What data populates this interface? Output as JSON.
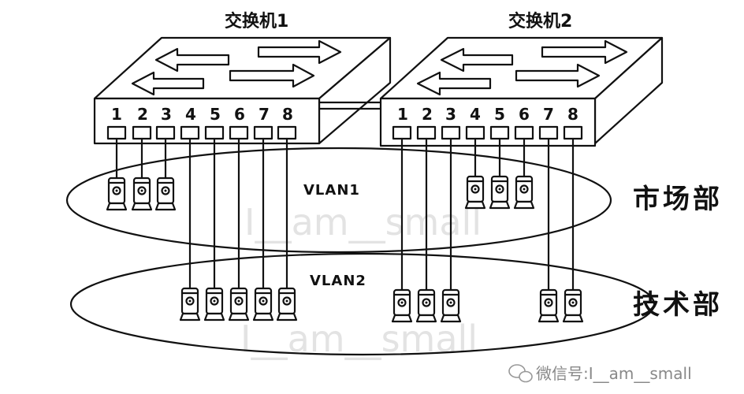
{
  "switches": [
    {
      "title": "交换机1",
      "ports": [
        "1",
        "2",
        "3",
        "4",
        "5",
        "6",
        "7",
        "8"
      ]
    },
    {
      "title": "交换机2",
      "ports": [
        "1",
        "2",
        "3",
        "4",
        "5",
        "6",
        "7",
        "8"
      ]
    }
  ],
  "vlans": [
    {
      "name": "VLAN1",
      "department": "市场部"
    },
    {
      "name": "VLAN2",
      "department": "技术部"
    }
  ],
  "watermarks": {
    "center": "I__am__small",
    "footer": "微信号:I__am__small"
  },
  "icons": [
    "computer-icon",
    "wechat-icon",
    "arrow-icon"
  ]
}
